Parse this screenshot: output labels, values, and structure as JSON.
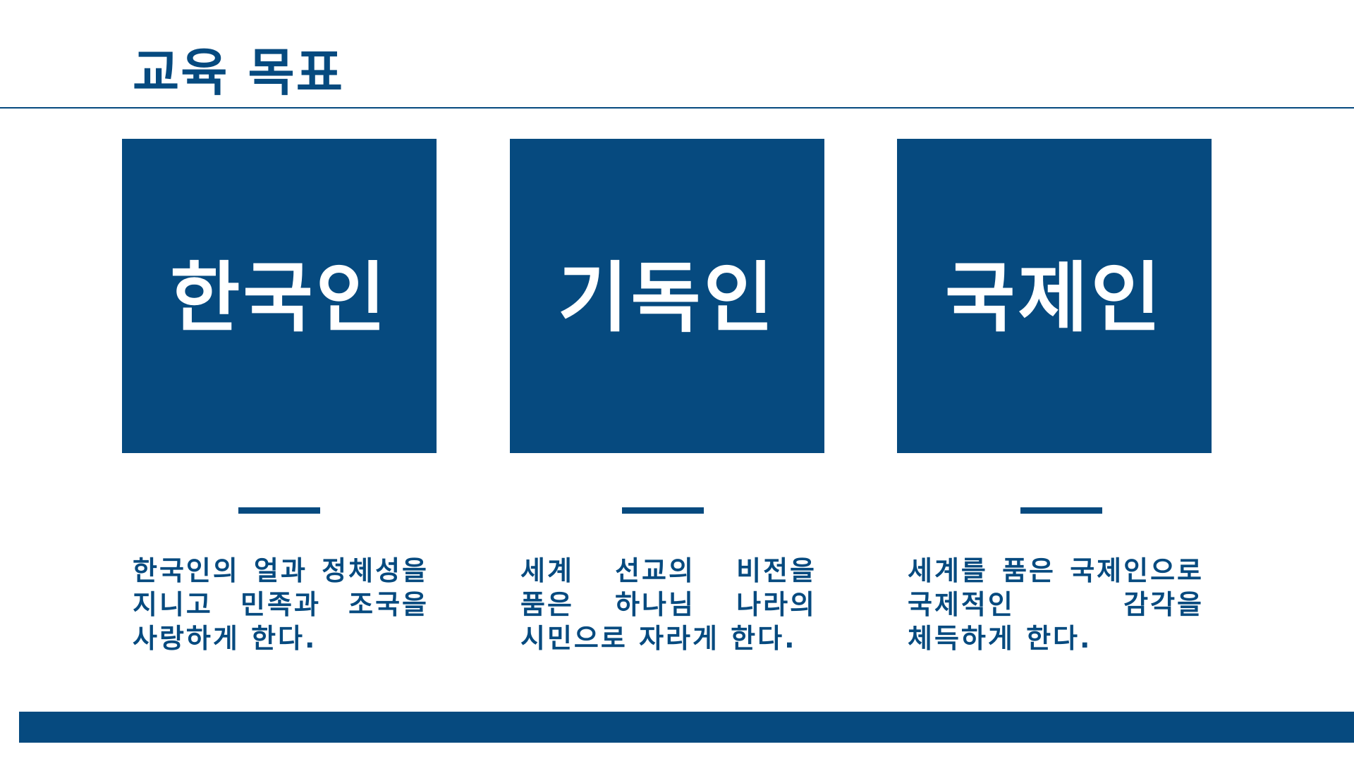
{
  "slide": {
    "title": "교육 목표"
  },
  "goals": [
    {
      "label": "한국인",
      "description": "한국인의 얼과 정체성을 지니고 민족과 조국을 사랑하게 한다."
    },
    {
      "label": "기독인",
      "description": "세계 선교의 비전을 품은 하나님 나라의 시민으로 자라게 한다."
    },
    {
      "label": "국제인",
      "description": "세계를 품은 국제인으로 국제적인 감각을 체득하게 한다."
    }
  ],
  "colors": {
    "primary": "#064a7f",
    "background": "#ffffff",
    "box_text": "#ffffff"
  }
}
